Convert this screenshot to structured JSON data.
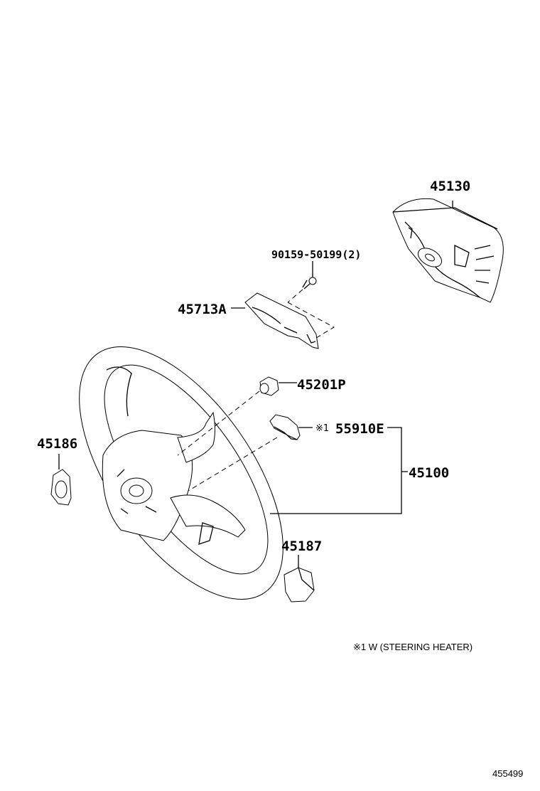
{
  "diagram": {
    "parts": {
      "airbag_pad": "45130",
      "bolt": "90159-50199(2)",
      "lower_cover": "45713A",
      "nut": "45201P",
      "heater_marker": "※1",
      "heater_ecu": "55910E",
      "steering_wheel_assy": "45100",
      "cover_left": "45186",
      "cover_right": "45187"
    },
    "footnote": "※1  W (STEERING HEATER)",
    "figure_number": "455499"
  }
}
